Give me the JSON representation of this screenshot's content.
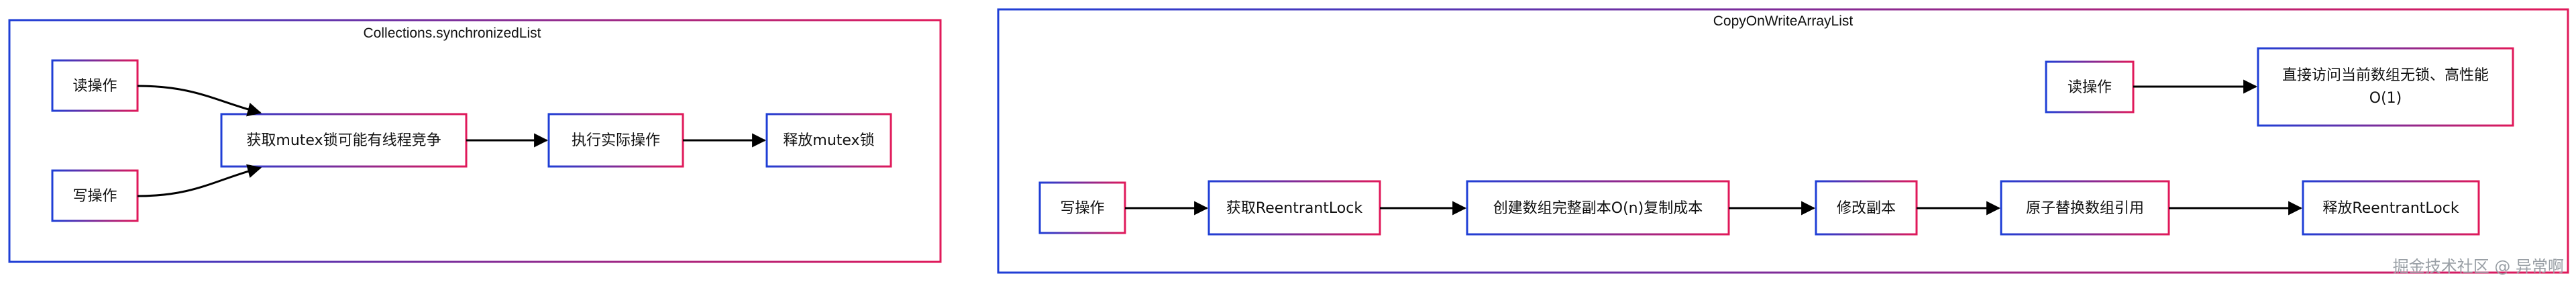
{
  "colors": {
    "border_start": "#1f3fd6",
    "border_end": "#e0195a",
    "arrow": "#000000",
    "text": "#111111",
    "watermark": "#9aa0a6"
  },
  "left_group": {
    "title": "Collections.synchronizedList",
    "nodes": {
      "read": "读操作",
      "write": "写操作",
      "acquire": "获取mutex锁可能有线程竞争",
      "execute": "执行实际操作",
      "release": "释放mutex锁"
    }
  },
  "right_group": {
    "title": "CopyOnWriteArrayList",
    "nodes": {
      "read": "读操作",
      "direct_line1": "直接访问当前数组无锁、高性能",
      "direct_line2": "O(1)",
      "write": "写操作",
      "acquire": "获取ReentrantLock",
      "copy": "创建数组完整副本O(n)复制成本",
      "modify": "修改副本",
      "swap": "原子替换数组引用",
      "release": "释放ReentrantLock"
    }
  },
  "watermark": "掘金技术社区 @ 异常啊"
}
